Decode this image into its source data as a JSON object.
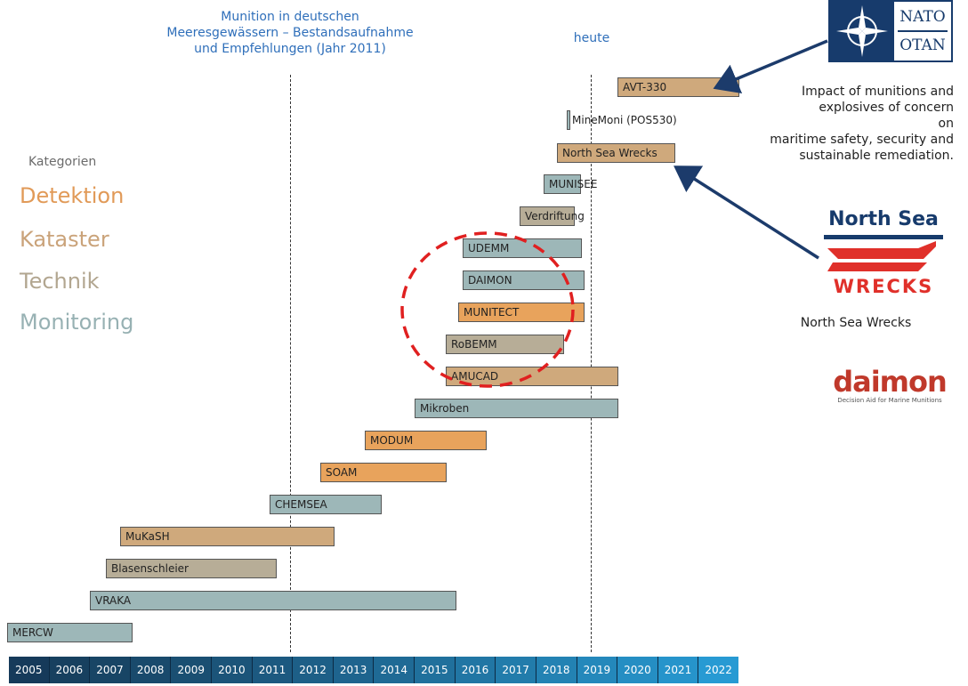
{
  "annotations": {
    "note_2011_line1": "Munition in deutschen",
    "note_2011_line2": "Meeresgewässern – Bestandsaufnahme",
    "note_2011_line3": "und Empfehlungen (Jahr 2011)",
    "note_today": "heute"
  },
  "categories": {
    "heading": "Kategorien",
    "items": [
      {
        "label": "Detektion",
        "color": "#e19a58"
      },
      {
        "label": "Kataster",
        "color": "#caa37a"
      },
      {
        "label": "Technik",
        "color": "#b2a690"
      },
      {
        "label": "Monitoring",
        "color": "#97b1b3"
      }
    ]
  },
  "colors": {
    "detektion": "#e8a35c",
    "kataster": "#cfa97c",
    "technik": "#b7ad97",
    "monitoring": "#9db7b8",
    "accent_blue": "#2f6fba",
    "arrow": "#1c3b6b",
    "circle": "#e02020"
  },
  "projects": [
    {
      "label": "AVT-330",
      "category": "kataster"
    },
    {
      "label": "MineMoni (POS530)",
      "category": "monitoring"
    },
    {
      "label": "North Sea Wrecks",
      "category": "kataster"
    },
    {
      "label": "MUNISEE",
      "category": "monitoring"
    },
    {
      "label": "Verdriftung",
      "category": "technik"
    },
    {
      "label": "UDEMM",
      "category": "monitoring"
    },
    {
      "label": "DAIMON",
      "category": "monitoring"
    },
    {
      "label": "MUNITECT",
      "category": "detektion"
    },
    {
      "label": "RoBEMM",
      "category": "technik"
    },
    {
      "label": "AMUCAD",
      "category": "kataster"
    },
    {
      "label": "Mikroben",
      "category": "monitoring"
    },
    {
      "label": "MODUM",
      "category": "detektion"
    },
    {
      "label": "SOAM",
      "category": "detektion"
    },
    {
      "label": "CHEMSEA",
      "category": "monitoring"
    },
    {
      "label": "MuKaSH",
      "category": "kataster"
    },
    {
      "label": "Blasenschleier",
      "category": "technik"
    },
    {
      "label": "VRAKA",
      "category": "monitoring"
    },
    {
      "label": "MERCW",
      "category": "monitoring"
    }
  ],
  "timeline": {
    "years": [
      "2005",
      "2006",
      "2007",
      "2008",
      "2009",
      "2010",
      "2011",
      "2012",
      "2013",
      "2014",
      "2015",
      "2016",
      "2017",
      "2018",
      "2019",
      "2020",
      "2021",
      "2022"
    ]
  },
  "nato": {
    "line1": "NATO",
    "line2": "OTAN",
    "caption_line1": "Impact of munitions and",
    "caption_line2": "explosives of concern",
    "caption_line3": "on",
    "caption_line4": "maritime safety, security and",
    "caption_line5": "sustainable remediation."
  },
  "nsw": {
    "logo_top": "North Sea",
    "logo_bottom": "WRECKS",
    "caption": "North Sea Wrecks"
  },
  "daimon": {
    "logo": "daimon",
    "tagline": "Decision Aid for Marine Munitions"
  }
}
